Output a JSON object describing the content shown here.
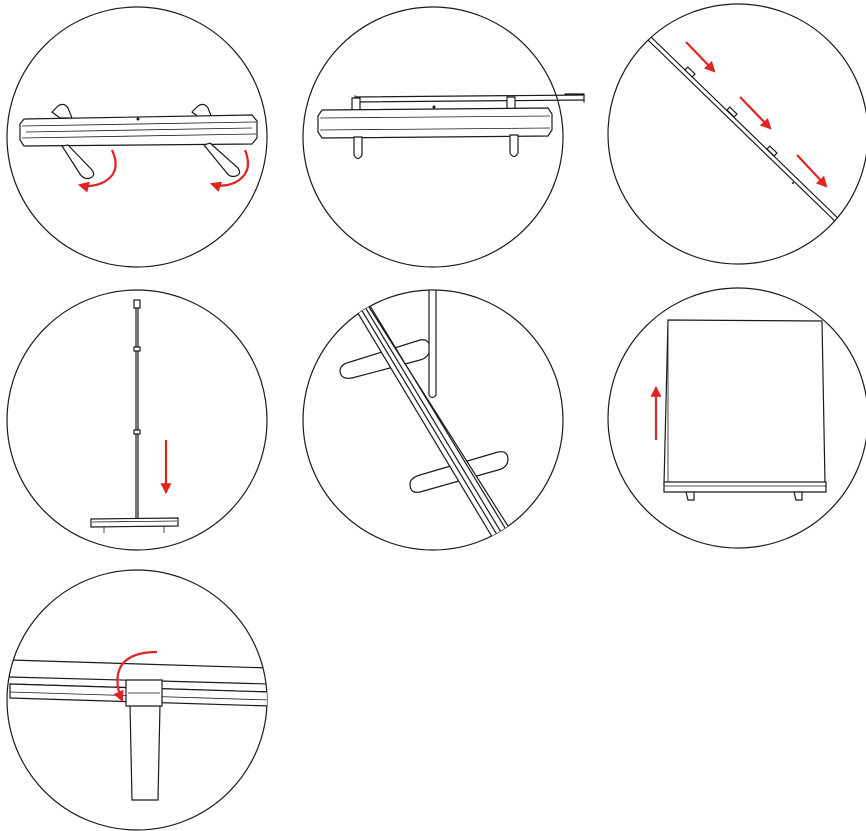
{
  "diagram": {
    "type": "assembly-instructions",
    "colors": {
      "line": "#1a1a1a",
      "arrow": "#e02424",
      "background": "#ffffff"
    },
    "steps": [
      {
        "name": "rotate-feet",
        "icon": "curved-arrows-icon"
      },
      {
        "name": "insert-top-rail",
        "icon": "none"
      },
      {
        "name": "connect-pole-sections",
        "icon": "diagonal-arrows-icon"
      },
      {
        "name": "insert-pole-into-base",
        "icon": "down-arrow-icon"
      },
      {
        "name": "pole-seated-in-base",
        "icon": "none"
      },
      {
        "name": "pull-banner-up",
        "icon": "up-arrow-icon"
      },
      {
        "name": "hook-rail-on-pole",
        "icon": "curved-arrow-icon"
      }
    ]
  }
}
